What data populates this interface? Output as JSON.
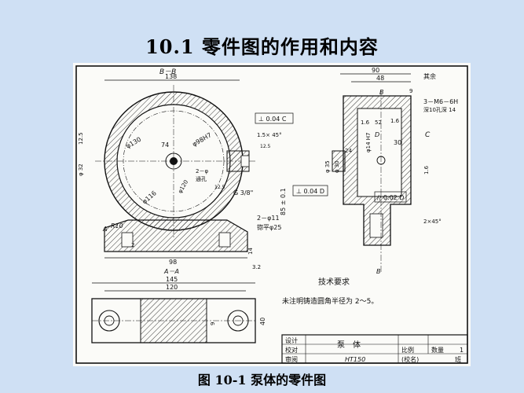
{
  "slide": {
    "title": "10.1 零件图的作用和内容",
    "caption": "图 10-1 泵体的零件图"
  },
  "views": {
    "front_label": "B－B",
    "left_label": "A－A",
    "section_marker": "B"
  },
  "dims": {
    "d138": "138",
    "d74": "74",
    "d130": "φ130",
    "d98": "φ98H7",
    "d116": "φ116",
    "d120": "φ120",
    "d32": "φ 32",
    "d12_5": "12.5",
    "r10": "R10",
    "d98b": "98",
    "d2": "2",
    "a_mark": "A",
    "perp": "⊥ 0.04 C",
    "chamfer": "1.5× 45°",
    "g38": "G 3/8\"",
    "holes2": "2－φ11",
    "spotface": "锪平φ25",
    "d85": "85 ± 0.1",
    "d14": "14",
    "d12_5b": "12.5",
    "d3_2": "3.2",
    "d2_pin": "2－φ",
    "through": "通孔",
    "d90": "90",
    "d48": "48",
    "d9": "9",
    "d3m6": "3－M6－6H",
    "d3m6b": "深10孔深 14",
    "d52": "52",
    "d30": "30",
    "d24": "24",
    "d14h7": "φ14 H7",
    "d35": "φ 35",
    "d30b": "φ 30",
    "perp_d": "⊥ 0.04 D",
    "par_d": "// 0.02 D",
    "d2x45": "2×45°",
    "d145": "145",
    "d120b": "120",
    "d9b": "9",
    "d40": "40",
    "rest": "其余",
    "c_label": "C",
    "d_label": "D",
    "b_label": "B",
    "d16": "1.6",
    "d125": "12.5"
  },
  "notes": {
    "heading": "技术要求",
    "line1": "未注明铸造圆角半径为 2～5。"
  },
  "title_block": {
    "design": "设计",
    "check": "校对",
    "review": "审阅",
    "part_name": "泵　体",
    "scale": "比例",
    "qty": "数量",
    "qty_val": "1",
    "material": "HT150",
    "school": "(校名)",
    "class_lbl": "班"
  }
}
